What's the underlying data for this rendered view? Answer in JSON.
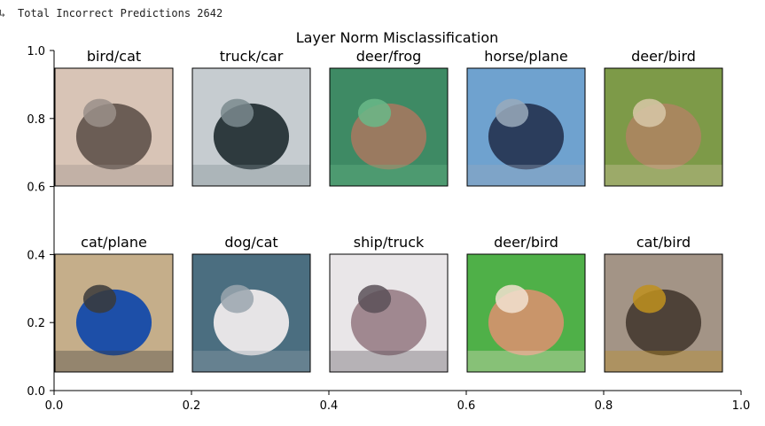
{
  "output": {
    "text": "Total Incorrect Predictions 2642",
    "gutter_icon": "output-arrow-icon"
  },
  "figure": {
    "title": "Layer Norm Misclassification",
    "xticks": [
      "0.0",
      "0.2",
      "0.4",
      "0.6",
      "0.8",
      "1.0"
    ],
    "yticks": [
      "0.0",
      "0.2",
      "0.4",
      "0.6",
      "0.8",
      "1.0"
    ],
    "xlim": [
      0,
      1
    ],
    "ylim": [
      0,
      1
    ],
    "grid": false,
    "thumbnails": [
      {
        "label": "bird/cat",
        "bg": "#d8c4b6",
        "fg": "#6b5d55",
        "accent": "#9a8f8a",
        "icon": "bird-photo-icon"
      },
      {
        "label": "truck/car",
        "bg": "#c6ccd0",
        "fg": "#2e3a3e",
        "accent": "#7a8a8e",
        "icon": "truck-photo-icon"
      },
      {
        "label": "deer/frog",
        "bg": "#3e8a64",
        "fg": "#9a7a60",
        "accent": "#6ab888",
        "icon": "deer-photo-icon"
      },
      {
        "label": "horse/plane",
        "bg": "#6fa2cf",
        "fg": "#2b3d5c",
        "accent": "#9aaabb",
        "icon": "horse-photo-icon"
      },
      {
        "label": "deer/bird",
        "bg": "#7d9a48",
        "fg": "#a8875e",
        "accent": "#d8c8a8",
        "icon": "deer-photo-icon"
      },
      {
        "label": "cat/plane",
        "bg": "#c5ae8a",
        "fg": "#1d4fa8",
        "accent": "#3a3a3a",
        "icon": "cat-photo-icon"
      },
      {
        "label": "dog/cat",
        "bg": "#4b6e80",
        "fg": "#e6e4e6",
        "accent": "#9aa6ae",
        "icon": "dog-photo-icon"
      },
      {
        "label": "ship/truck",
        "bg": "#e9e6e8",
        "fg": "#a08890",
        "accent": "#5a5058",
        "icon": "ship-photo-icon"
      },
      {
        "label": "deer/bird",
        "bg": "#4fb048",
        "fg": "#c9956a",
        "accent": "#f2e2d0",
        "icon": "deer-photo-icon"
      },
      {
        "label": "cat/bird",
        "bg": "#a39486",
        "fg": "#4e4238",
        "accent": "#c0901e",
        "icon": "cat-photo-icon"
      }
    ]
  }
}
